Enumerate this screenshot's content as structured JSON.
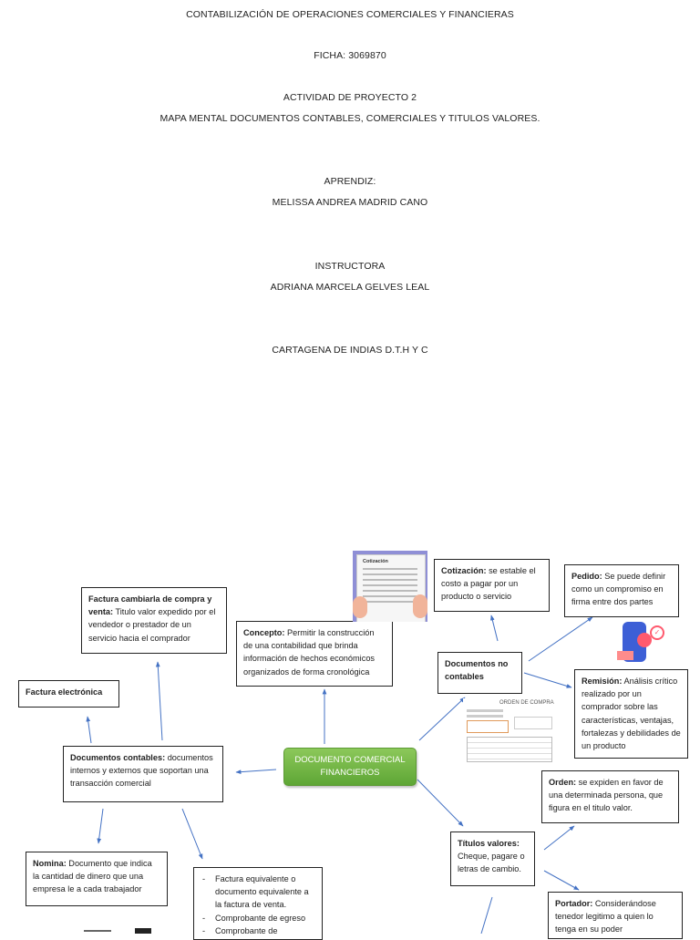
{
  "header": {
    "line1": "CONTABILIZACIÓN DE OPERACIONES COMERCIALES Y FINANCIERAS",
    "line2": "FICHA: 3069870",
    "line3": "ACTIVIDAD DE PROYECTO 2",
    "line4": "MAPA MENTAL DOCUMENTOS CONTABLES, COMERCIALES Y TITULOS VALORES.",
    "line5": "APRENDIZ:",
    "line6": "MELISSA ANDREA MADRID CANO",
    "line7": "INSTRUCTORA",
    "line8": "ADRIANA MARCELA GELVES LEAL",
    "line9": "CARTAGENA DE INDIAS D.T.H Y C"
  },
  "map": {
    "center": {
      "line1": "DOCUMENTO COMERCIAL",
      "line2": "FINANCIEROS"
    },
    "factura_cambiaria": {
      "title": "Factura cambiarla de compra y venta:",
      "text": " Titulo valor expedido por el vendedor o prestador de un servicio hacia el comprador"
    },
    "concepto": {
      "title": "Concepto:",
      "text": " Permitir la construcción de una contabilidad que brinda información de hechos económicos organizados de forma cronológica"
    },
    "cotizacion": {
      "title": "Cotización:",
      "text": " se estable el costo a pagar por un producto o servicio"
    },
    "pedido": {
      "title": "Pedido:",
      "text": " Se puede definir como un compromiso en firma entre dos partes"
    },
    "factura_electronica": {
      "title": "Factura electrónica"
    },
    "documentos_no_contables": {
      "title": "Documentos no contables"
    },
    "remision": {
      "title": "Remisión:",
      "text": "  Análisis crítico realizado por un comprador sobre las características, ventajas, fortalezas y debilidades de un producto"
    },
    "documentos_contables": {
      "title": "Documentos contables:",
      "text": " documentos internos y externos que soportan una transacción comercial"
    },
    "orden": {
      "title": "Orden:",
      "text": "  se expiden en favor de una determinada persona, que figura en el titulo valor."
    },
    "titulos_valores": {
      "title": "Títulos valores:",
      "text": " Cheque, pagare o letras de cambio."
    },
    "nomina": {
      "title": "Nomina:",
      "text": " Documento que indica la cantidad de dinero que una empresa le a cada trabajador"
    },
    "lista": {
      "items": [
        "Factura equivalente o documento equivalente a la factura de venta.",
        "Comprobante de egreso",
        "Comprobante de"
      ]
    },
    "portador": {
      "title": "Portador:",
      "text": " Considerándose tenedor legitimo a quien lo tenga en su poder"
    },
    "thumb_cotizacion": "Cotización",
    "thumb_orden": "ORDEN DE COMPRA"
  },
  "colors": {
    "arrow": "#4472c4",
    "center_green": "#6aae3c"
  }
}
